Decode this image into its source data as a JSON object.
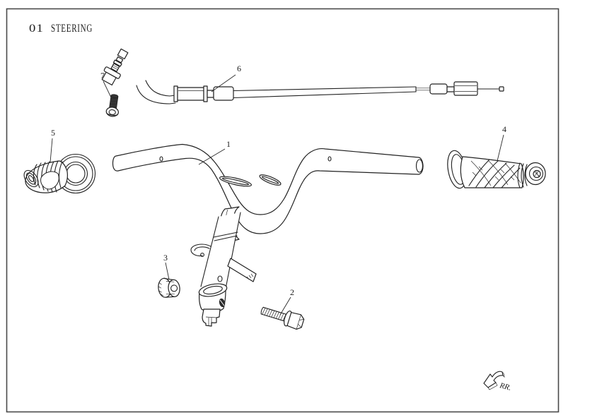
{
  "page": {
    "section_number": "01",
    "title": "STEERING"
  },
  "callouts": {
    "handlebar": "1",
    "bolt": "2",
    "nut": "3",
    "right_grip": "4",
    "left_grip": "5",
    "throttle_cable": "6",
    "screw": "7"
  },
  "footer": {
    "direction_label": "RR."
  }
}
